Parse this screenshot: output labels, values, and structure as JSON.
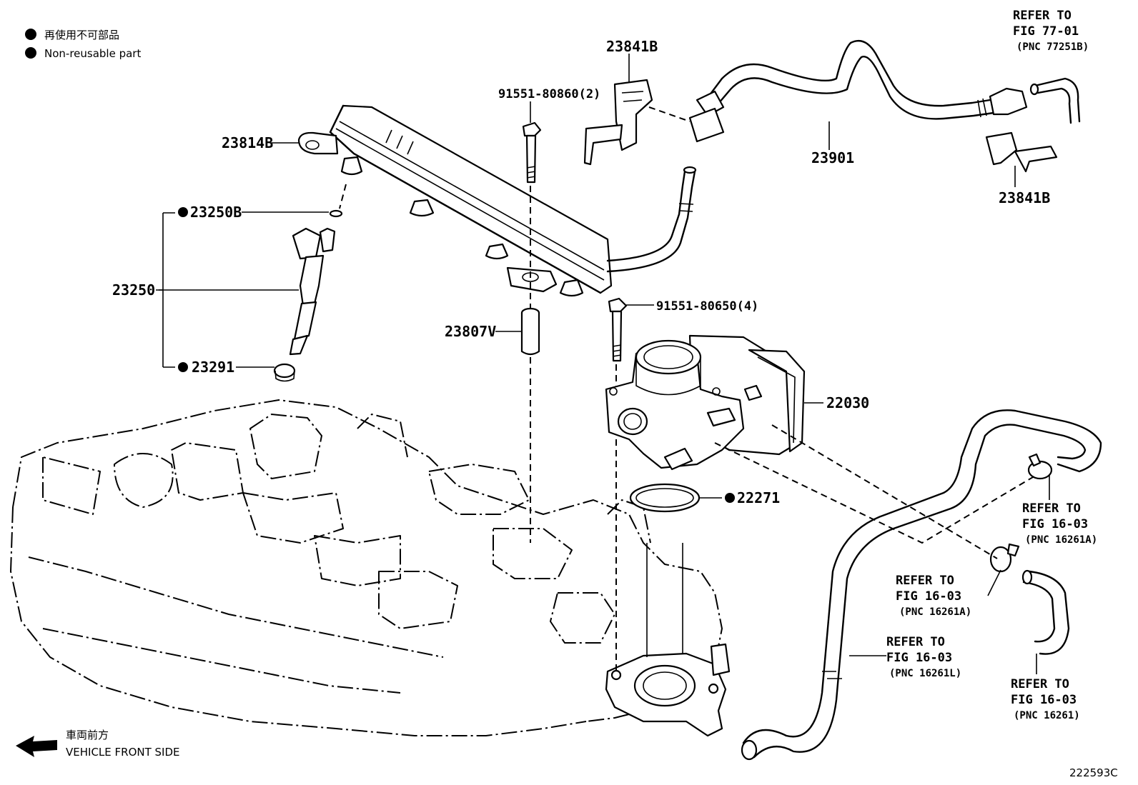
{
  "legend": {
    "line1": "再使用不可部品",
    "line2": "Non-reusable part"
  },
  "labels": {
    "p23841b_top": "23841B",
    "p91551_80860": "91551-80860(2)",
    "p23814b": "23814B",
    "p23250b": "23250B",
    "p23250": "23250",
    "p23291": "23291",
    "p23807v": "23807V",
    "p91551_80650": "91551-80650(4)",
    "p22030": "22030",
    "p22271": "22271",
    "p23901": "23901",
    "p23841b_right": "23841B",
    "diagram_id": "222593C"
  },
  "refs": {
    "fig77": {
      "l1": "REFER TO",
      "l2": "FIG 77-01",
      "l3": "(PNC 77251B)"
    },
    "fig16a_right": {
      "l1": "REFER TO",
      "l2": "FIG 16-03",
      "l3": "(PNC 16261A)"
    },
    "fig16a_mid": {
      "l1": "REFER TO",
      "l2": "FIG 16-03",
      "l3": "(PNC 16261A)"
    },
    "fig16l": {
      "l1": "REFER TO",
      "l2": "FIG 16-03",
      "l3": "(PNC 16261L)"
    },
    "fig16": {
      "l1": "REFER TO",
      "l2": "FIG 16-03",
      "l3": "(PNC 16261)"
    }
  },
  "direction": {
    "line1": "車両前方",
    "line2": "VEHICLE FRONT SIDE"
  },
  "icons": {
    "bullet": "filled-circle",
    "arrow": "left-arrow"
  }
}
